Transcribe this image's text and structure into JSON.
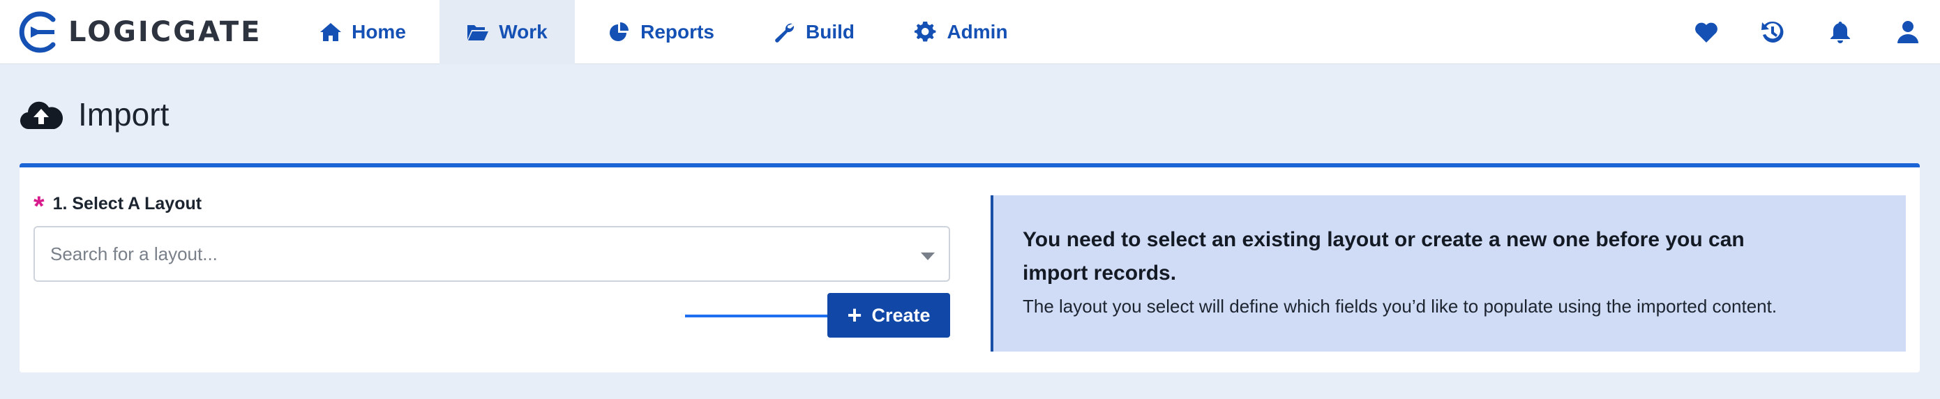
{
  "brand": {
    "name": "LOGICGATE"
  },
  "nav": {
    "items": [
      {
        "label": "Home",
        "icon": "home-icon",
        "active": false
      },
      {
        "label": "Work",
        "icon": "folder-open-icon",
        "active": true
      },
      {
        "label": "Reports",
        "icon": "pie-chart-icon",
        "active": false
      },
      {
        "label": "Build",
        "icon": "wrench-icon",
        "active": false
      },
      {
        "label": "Admin",
        "icon": "gear-icon",
        "active": false
      }
    ],
    "right_icons": [
      "heart-icon",
      "history-icon",
      "bell-icon",
      "user-icon"
    ]
  },
  "page": {
    "title": "Import",
    "icon": "cloud-upload-icon"
  },
  "form": {
    "step_label": "1. Select A Layout",
    "required_marker": "*",
    "layout_select": {
      "placeholder": "Search for a layout...",
      "value": ""
    },
    "create_label": "Create"
  },
  "info": {
    "heading": "You need to select an existing layout or create a new one before you can import records.",
    "text": "The layout you select will define which fields you’d like to populate using the imported content."
  },
  "colors": {
    "accent": "#1551b4",
    "button": "#1148a8",
    "info_bg": "#d0dcf6",
    "required": "#d81b8c",
    "card_top_border": "#1a64d6",
    "arrow": "#1f6ff0"
  }
}
